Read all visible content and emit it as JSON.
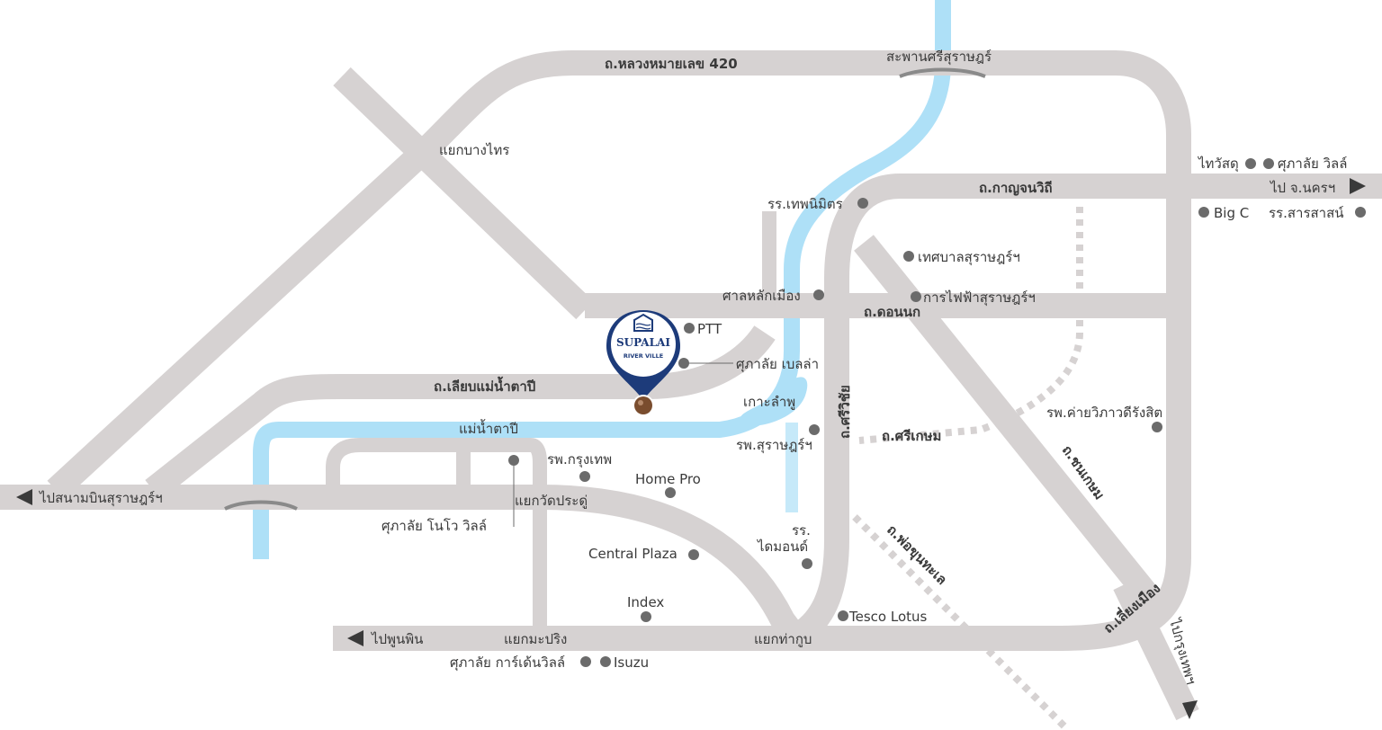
{
  "roads": {
    "hwy420": "ถ.หลวงหมายเลข 420",
    "kanchanawithi": "ถ.กาญจนวิถี",
    "donnok": "ถ.ดอนนก",
    "liapmaenam": "ถ.เลียบแม่น้ำตาปี",
    "siwichai": "ถ.ศรีวิชัย",
    "srikasem": "ถ.ศรีเกษม",
    "chonkasem": "ถ.ชนเกษม",
    "phonphakhamhae": "ถ.พ่อขุนทะเล",
    "liangmueang": "ถ.เลี่ยงเมือง",
    "river": "แม่น้ำตาปี",
    "bridge": "สะพานศรีสุราษฎร์",
    "island": "เกาะลำพู"
  },
  "directions": {
    "airport": "ไปสนามบินสุราษฎร์ฯ",
    "phunphin": "ไปพูนพิน",
    "nakhon": "ไป จ.นครฯ",
    "bangkok": "ไปกรุงเทพฯ"
  },
  "junctions": {
    "bangthai": "แยกบางไทร",
    "watpradu": "แยกวัดประดู่",
    "maprang": "แยกมะปริง",
    "thakup": "แยกท่ากูบ"
  },
  "places": {
    "ptt": "PTT",
    "bella": "ศุภาลัย เบลล่า",
    "thepnimit": "รร.เทพนิมิตร",
    "city_pillar": "ศาลหลักเมือง",
    "municipality": "เทศบาลสุราษฎร์ฯ",
    "pea": "การไฟฟ้าสุราษฎร์ฯ",
    "suratthani_hosp": "รพ.สุราษฎร์ฯ",
    "bangkok_hosp": "รพ.กรุงเทพ",
    "home_pro": "Home Pro",
    "novo": "ศุภาลัย โนโว วิลล์",
    "central": "Central Plaza",
    "diamond": "รร.\nไดมอนด์",
    "diamond_1": "รร.",
    "diamond_2": "ไดมอนด์",
    "index": "Index",
    "tesco": "Tesco Lotus",
    "garden": "ศุภาลัย การ์เด้นวิลล์",
    "isuzu": "Isuzu",
    "thaiwatsadu": "ไทวัสดุ",
    "ville": "ศุภาลัย วิลล์",
    "bigc": "Big C",
    "sarasas": "รร.สารสาสน์",
    "camp_hosp": "รพ.ค่ายวิภาวดีรังสิต"
  },
  "brand": {
    "name": "SUPALAI",
    "project": "RIVER VILLE"
  },
  "colors": {
    "road": "#d6d2d2",
    "river": "#aee0f7",
    "pin": "#1d3b7a",
    "marker": "#7a4d2e"
  }
}
